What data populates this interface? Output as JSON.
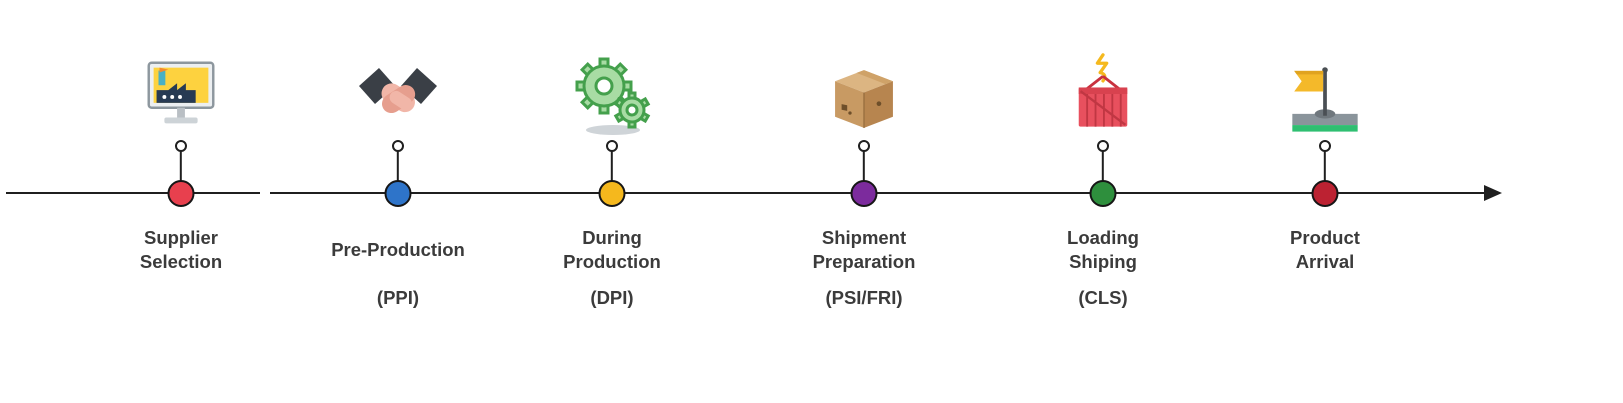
{
  "diagram": {
    "type": "process-timeline",
    "direction": "left-to-right",
    "line_color": "#1f1f1f",
    "label_color": "#3b3b3b",
    "timeline": {
      "stages": [
        {
          "id": "supplier-selection",
          "line1": "Supplier",
          "line2": "Selection",
          "code": "",
          "dot_color": "#e8404e",
          "icon": "factory-monitor-icon"
        },
        {
          "id": "pre-production",
          "line1": "Pre-Production",
          "line2": "",
          "code": "(PPI)",
          "dot_color": "#2e74c9",
          "icon": "handshake-icon"
        },
        {
          "id": "during-production",
          "line1": "During",
          "line2": "Production",
          "code": "(DPI)",
          "dot_color": "#f5b81d",
          "icon": "gears-icon"
        },
        {
          "id": "shipment-preparation",
          "line1": "Shipment",
          "line2": "Preparation",
          "code": "(PSI/FRI)",
          "dot_color": "#7c2b9d",
          "icon": "package-box-icon"
        },
        {
          "id": "loading-shiping",
          "line1": "Loading",
          "line2": "Shiping",
          "code": "(CLS)",
          "dot_color": "#2e8f3d",
          "icon": "container-crane-icon"
        },
        {
          "id": "product-arrival",
          "line1": "Product",
          "line2": "Arrival",
          "code": "",
          "dot_color": "#bc2232",
          "icon": "arrival-flag-icon"
        }
      ]
    }
  }
}
